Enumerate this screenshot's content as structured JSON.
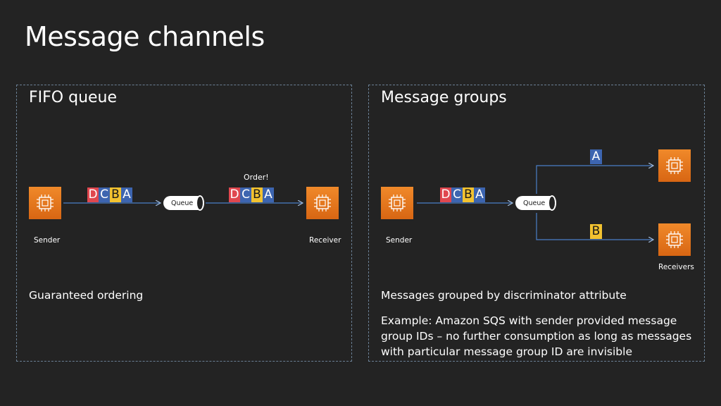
{
  "slide": {
    "title": "Message channels"
  },
  "colors": {
    "D": "#e0474f",
    "C": "#3d65b0",
    "B": "#f2c230",
    "A": "#3d65b0",
    "icon": "#e8771c",
    "border": "#6a7f94",
    "arrow": "#4a7fc8"
  },
  "fifo": {
    "title": "FIFO queue",
    "sender_label": "Sender",
    "receiver_label": "Receiver",
    "queue_label": "Queue",
    "order_note": "Order!",
    "messages_in": [
      "D",
      "C",
      "B",
      "A"
    ],
    "messages_out": [
      "D",
      "C",
      "B",
      "A"
    ],
    "caption": "Guaranteed ordering"
  },
  "groups": {
    "title": "Message groups",
    "sender_label": "Sender",
    "receivers_label": "Receivers",
    "queue_label": "Queue",
    "messages_in": [
      "D",
      "C",
      "B",
      "A"
    ],
    "group_a": "A",
    "group_b": "B",
    "caption1": "Messages grouped by discriminator attribute",
    "caption2": "Example: Amazon SQS with sender provided message group IDs – no further consumption as long as messages with particular message group ID are invisible"
  }
}
